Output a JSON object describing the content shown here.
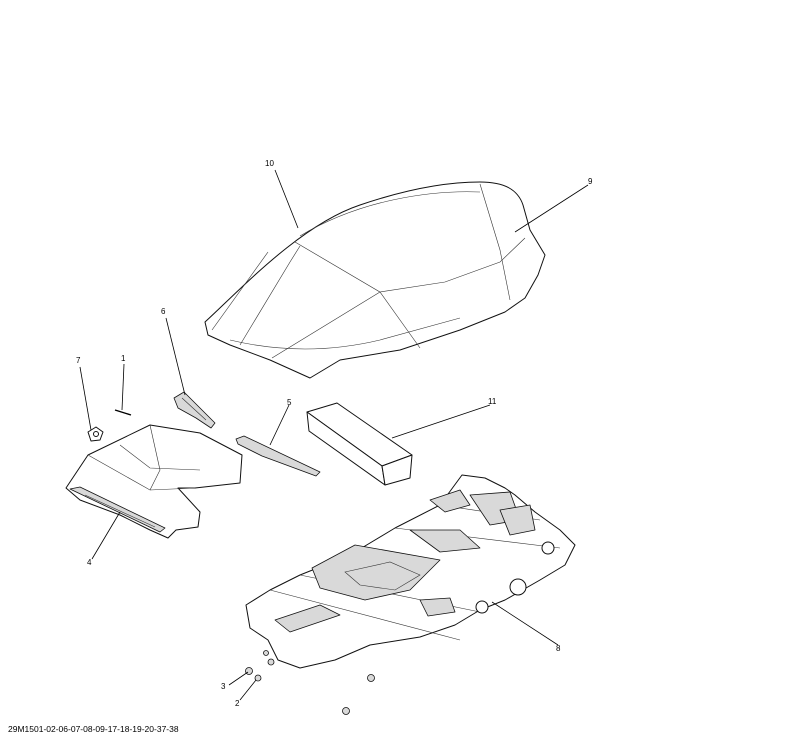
{
  "callouts": {
    "c1": "1",
    "c2": "2",
    "c3": "3",
    "c4": "4",
    "c5": "5",
    "c6": "6",
    "c7": "7",
    "c8": "8",
    "c9": "9",
    "c10": "10",
    "c11": "11"
  },
  "reference_code": "29M1501-02-06-07-08-09-17-18-19-20-37-38"
}
